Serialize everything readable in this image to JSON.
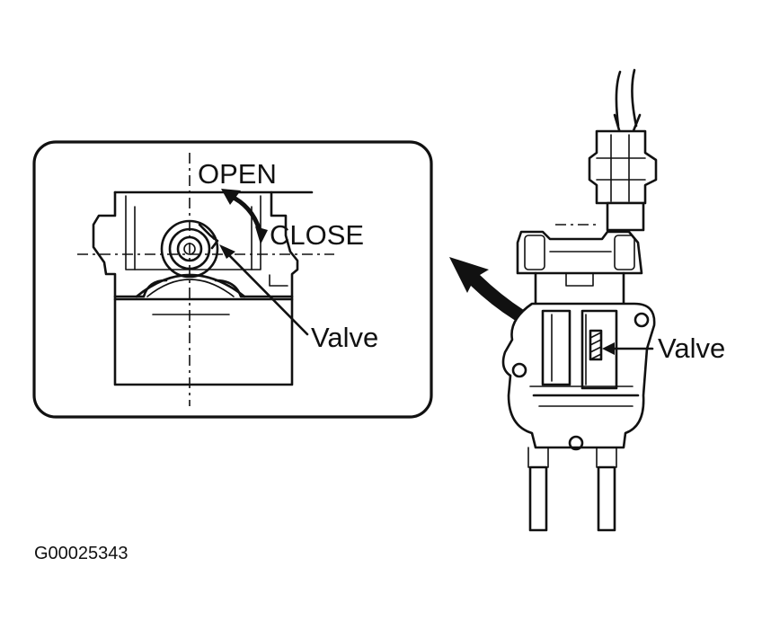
{
  "labels": {
    "open": "OPEN",
    "close": "CLOSE",
    "valve_detail": "Valve",
    "valve_main": "Valve",
    "figure_id": "G00025343"
  },
  "colors": {
    "ink": "#111111",
    "background": "#ffffff"
  },
  "icons": {
    "rotation": "double-headed-curved-arrow-icon",
    "pointer": "curved-arrow-icon"
  }
}
